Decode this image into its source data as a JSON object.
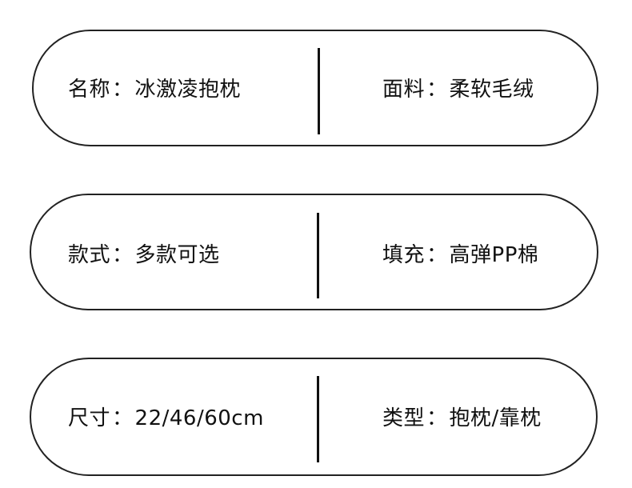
{
  "rows": [
    {
      "left": {
        "label": "名称",
        "sep": "：",
        "value": "冰激凌抱枕"
      },
      "right": {
        "label": "面料",
        "sep": "：",
        "value": "柔软毛绒"
      }
    },
    {
      "left": {
        "label": "款式",
        "sep": "：",
        "value": "多款可选"
      },
      "right": {
        "label": "填充",
        "sep": "：",
        "value": "高弹PP棉"
      }
    },
    {
      "left": {
        "label": "尺寸",
        "sep": "：",
        "value": "22/46/60cm"
      },
      "right": {
        "label": "类型",
        "sep": "：",
        "value": "抱枕/靠枕"
      }
    }
  ]
}
